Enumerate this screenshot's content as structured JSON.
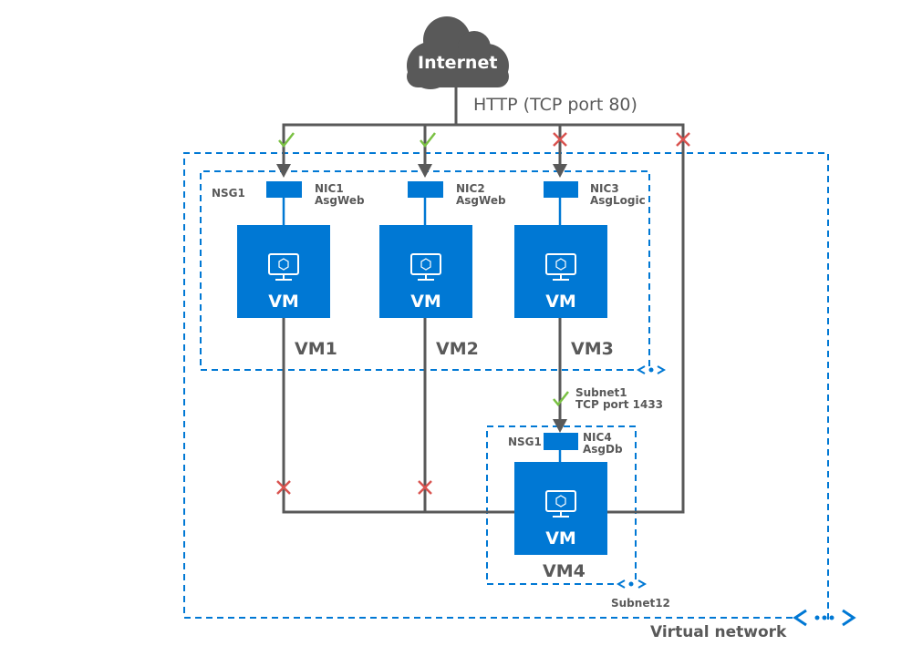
{
  "internet": {
    "label": "Internet",
    "icon": "cloud-icon"
  },
  "protocol_label": "HTTP (TCP port 80)",
  "nsg_label": "NSG1",
  "vms": [
    {
      "name": "VM1",
      "tile_label": "VM",
      "nic": "NIC1",
      "asg": "AsgWeb",
      "http_allowed": true,
      "to_vm4_allowed": false
    },
    {
      "name": "VM2",
      "tile_label": "VM",
      "nic": "NIC2",
      "asg": "AsgWeb",
      "http_allowed": true,
      "to_vm4_allowed": false
    },
    {
      "name": "VM3",
      "tile_label": "VM",
      "nic": "NIC3",
      "asg": "AsgLogic",
      "http_allowed": false,
      "to_vm4_allowed": true
    },
    {
      "name": "VM4",
      "tile_label": "VM",
      "nic": "NIC4",
      "asg": "AsgDb",
      "http_allowed": false
    }
  ],
  "vm3_to_vm4": {
    "line1": "Subnet1",
    "line2": "TCP port 1433"
  },
  "subnet1_label": "",
  "subnet12_label": "Subnet12",
  "vnet_label": "Virtual network",
  "colors": {
    "azure_blue": "#0078d4",
    "line_gray": "#595959",
    "allow_green": "#7ac143",
    "deny_red": "#d9534f"
  }
}
